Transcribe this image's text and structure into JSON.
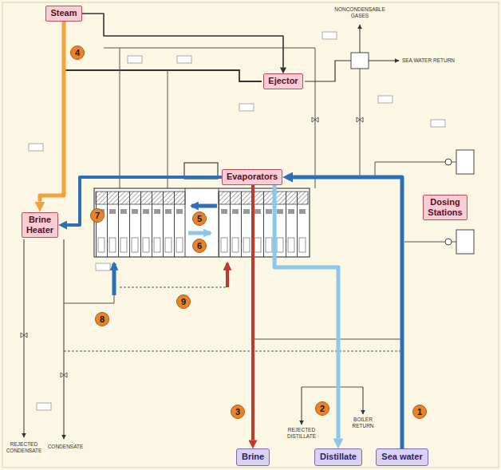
{
  "diagram": {
    "nodes": [
      {
        "text": [
          "Steam"
        ]
      },
      {
        "text": [
          "Ejector"
        ]
      },
      {
        "text": [
          "Evaporators"
        ]
      },
      {
        "text": [
          "Brine Heater"
        ]
      },
      {
        "text": [
          "Dosing Stations"
        ]
      },
      {
        "text": [
          "Brine"
        ]
      },
      {
        "text": [
          "Distillate"
        ]
      },
      {
        "text": [
          "Sea water"
        ]
      }
    ],
    "edges": [
      {
        "from": 0,
        "to": 3,
        "arrow": "to"
      },
      {
        "from": 0,
        "to": 1,
        "arrow": "to"
      },
      {
        "from": 7,
        "to": 2,
        "arrow": "to"
      },
      {
        "from": 2,
        "to": 5,
        "arrow": "to"
      },
      {
        "from": 2,
        "to": 6,
        "arrow": "to"
      },
      {
        "from": 2,
        "to": 3,
        "arrow": "to"
      }
    ],
    "labels": [
      "NONCONDENSABLE GASES",
      "4",
      "SEA WATER RETURN",
      "7",
      "5",
      "6",
      "9",
      "8",
      "3",
      "2",
      "1",
      "REJECTED DISTILLATE",
      "BOILER RETURN",
      "REJECTED CONDENSATE",
      "CONDENSATE"
    ]
  }
}
